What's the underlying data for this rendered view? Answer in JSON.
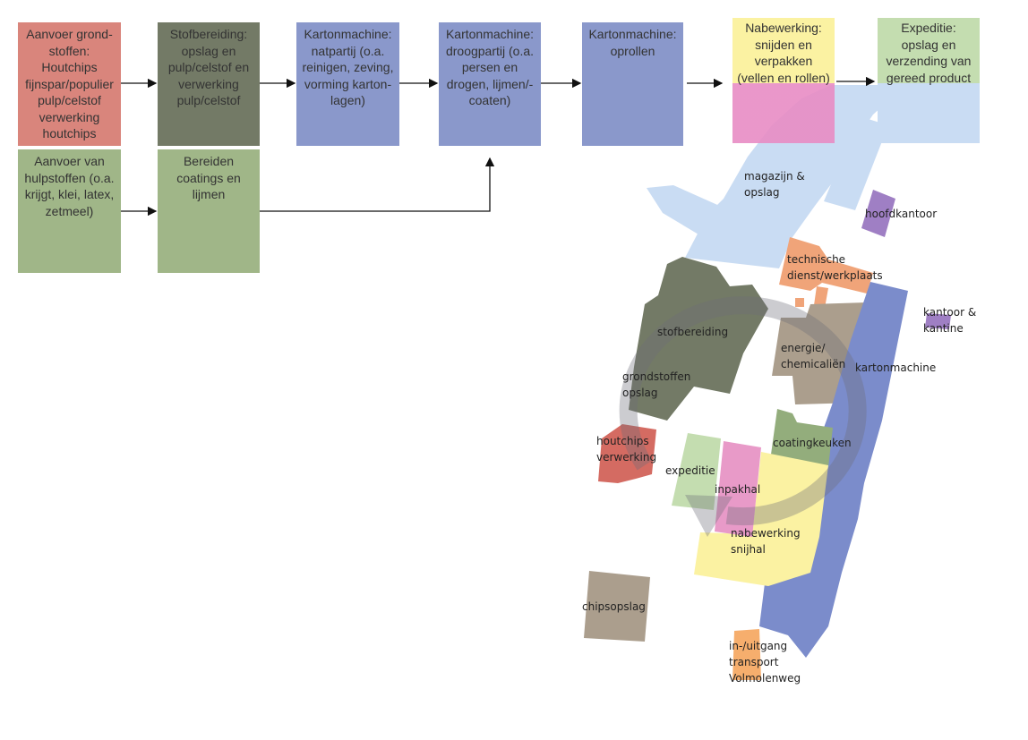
{
  "colors": {
    "grondstoffen": "#d9857c",
    "stofbereiding": "#737a66",
    "kartonmachine": "#8a98cb",
    "hulpstoffen": "#a0b688",
    "nabewerking_top": "#fbf2a2",
    "nabewerking_bottom": "#e89ac8",
    "expeditie_top": "#c4ddb0",
    "expeditie_bottom": "#c9dcf3"
  },
  "flow": {
    "boxes": [
      {
        "id": "aanvoer-grondstoffen",
        "text": "Aanvoer grond-\nstoffen:\nHoutchips\nfijnspar/populier\npulp/celstof\nverwerking\nhoutchips"
      },
      {
        "id": "stofbereiding",
        "text": "Stofbereiding:\nopslag en\npulp/celstof en\nverwerking\npulp/celstof"
      },
      {
        "id": "kartonmachine-natpartij",
        "text": "Kartonmachine:\nnatpartij (o.a.\nreinigen, zeving,\nvorming karton-\nlagen)"
      },
      {
        "id": "kartonmachine-droogpartij",
        "text": "Kartonmachine:\ndroogpartij (o.a.\npersen en\ndrogen, lijmen/-\ncoaten)"
      },
      {
        "id": "kartonmachine-oprollen",
        "text": "Kartonmachine:\noprollen"
      },
      {
        "id": "nabewerking",
        "text": "Nabewerking:\nsnijden en\nverpakken\n(vellen en rollen)"
      },
      {
        "id": "expeditie",
        "text": "Expeditie:\nopslag en\nverzending van\ngereed product"
      },
      {
        "id": "aanvoer-hulpstoffen",
        "text": "Aanvoer van\nhulpstoffen (o.a.\nkrijgt, klei, latex,\nzetmeel)"
      },
      {
        "id": "bereiden-coatings",
        "text": "Bereiden\ncoatings en\nlijmen"
      }
    ]
  },
  "map": {
    "labels": {
      "magazijn": "magazijn &\nopslag",
      "hoofdkantoor": "hoofdkantoor",
      "technische": "technische\ndienst/werkplaats",
      "kantoor": "kantoor &\nkantine",
      "stofbereiding": "stofbereiding",
      "energie": "energie/\nchemicaliën",
      "kartonmachine": "kartonmachine",
      "grondstoffen": "grondstoffen\nopslag",
      "houtchips": "houtchips\nverwerking",
      "coatingkeuken": "coatingkeuken",
      "expeditie": "expeditie",
      "inpakhal": "inpakhal",
      "nabewerking": "nabewerking\nsnijhal",
      "chipsopslag": "chipsopslag",
      "ingang": "in-/uitgang\ntransport\nVolmolenweg"
    }
  }
}
